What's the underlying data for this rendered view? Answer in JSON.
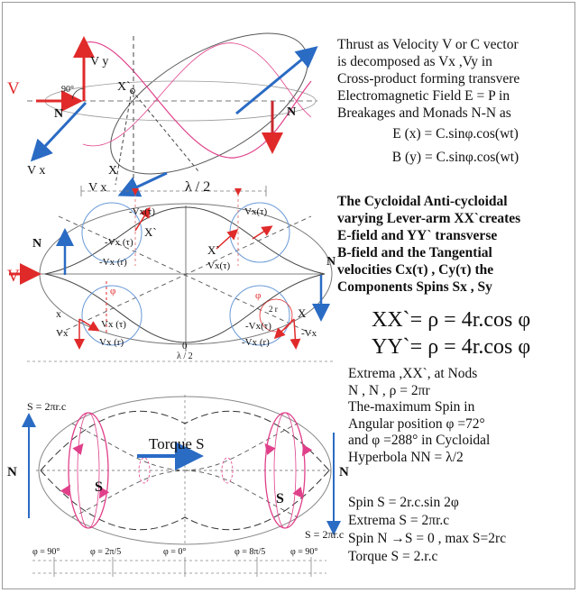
{
  "top_diagram": {
    "v_label": "V",
    "vy_label": "V y",
    "vx_label": "V x",
    "angle_label": "90°",
    "n_left": "N",
    "n_right": "N",
    "x_top": "X`",
    "x_bottom": "X",
    "bottom_vx": "V x",
    "lambda_half": "λ / 2"
  },
  "middle_diagram": {
    "v_label": "V",
    "n_left": "N",
    "n_right": "N",
    "neg_vx_tau_1": "-Vx (τ)",
    "neg_vx_r_1": "-Vx (r)",
    "vx_tau_top": "Vx(τ)",
    "neg_vx_tau_top": "-Vx(τ)",
    "x_prime_1": "X`",
    "x_prime_2": "X`",
    "vx_tau_2": "Vx(τ)",
    "phi_left": "φ",
    "phi_right": "φ",
    "two_r": "2 r",
    "x_left": "x",
    "vx_left": "Vx",
    "vx_tau_bottom": "Vx (τ)",
    "vx_r_bottom": "Vx (r)",
    "zero": "0",
    "neg_vx_tau_3": "-Vx(τ)",
    "neg_vx_r_3": "-Vx (r)",
    "x_right": "X",
    "neg_vx_right": "-Vx",
    "lambda_half": "λ / 2"
  },
  "bottom_diagram": {
    "s_top_left": "S = 2πr.c",
    "s_bottom_right": "S = 2πr.c",
    "torque_label": "Torque  S",
    "n_left": "N",
    "n_right": "N",
    "s_left": "S",
    "s_right": "S",
    "phi_marks": [
      "φ = 90°",
      "φ = 2π/5",
      "φ = 0°",
      "φ = 8π/5",
      "φ = 90°"
    ]
  },
  "text": {
    "p1_lines": [
      "Thrust as Velocity V or C vector",
      "is decomposed  as  Vx ,Vy  in",
      "Cross-product forming transvere",
      "Electromagnetic Field  E = P in",
      "Breakages and Monads  N-N  as"
    ],
    "eq_e": "E (x) = C.sinφ.cos(wt)",
    "eq_b": "B (y) = C.sinφ.cos(wt)",
    "p2_lines": [
      "The  Cycloidal Anti-cycloidal",
      "varying Lever-arm XX`creates",
      "E-field  and YY` transverse",
      "B-field  and the Tangential",
      "velocities  Cx(τ) , Cy(τ) the",
      "Components  Spins  Sx , Sy"
    ],
    "xx_eq": "XX`= ρ = 4r.cos φ",
    "yy_eq": "YY`= ρ = 4r.cos φ",
    "p3_lines": [
      "Extrema ,XX`, at Nods",
      "N , N ,  ρ = 2πr",
      "The-maximum Spin in",
      "Angular position φ =72°",
      "and φ =288° in Cycloidal",
      "Hyperbola  NN = λ/2"
    ],
    "p5_lines": [
      "Spin S = 2r.c.sin 2φ",
      "Extrema S = 2πr.c",
      "Spin N →S = 0 , max S=2rc",
      "Torque  S  =  2.r.c"
    ]
  },
  "colors": {
    "red": "#e02a2a",
    "blue": "#2a6bc4",
    "pink": "#e0408a",
    "dash": "#444444"
  }
}
